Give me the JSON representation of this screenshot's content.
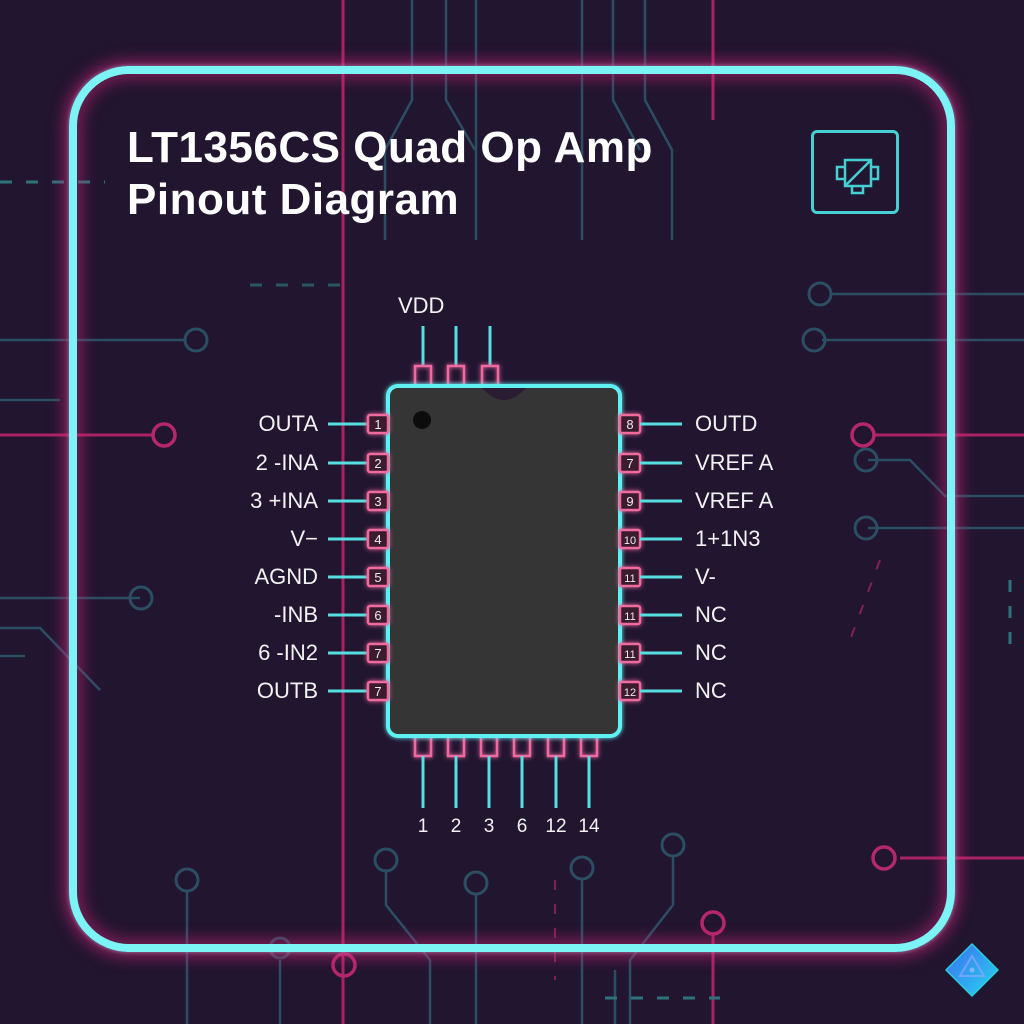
{
  "title": {
    "line1": "LT1356CS Quad Op Amp",
    "line2": "Pinout Diagram"
  },
  "icons": {
    "header_icon": "component-icon",
    "corner_badge": "app-logo-icon"
  },
  "colors": {
    "background": "#221530",
    "frame": "#7cf3f5",
    "glow": "#d12678",
    "chip_body": "#343434",
    "pin_pad": "#f06aa0",
    "lead": "#55dfe2",
    "text": "#f2f2f2"
  },
  "chip": {
    "top": {
      "label": "VDD",
      "pin_count": 3
    },
    "left_pins": [
      {
        "label": "OUTA",
        "number": "1"
      },
      {
        "label": "2 -INA",
        "number": "2"
      },
      {
        "label": "3 +INA",
        "number": "3"
      },
      {
        "label": "V−",
        "number": "4"
      },
      {
        "label": "AGND",
        "number": "5"
      },
      {
        "label": "-INB",
        "number": "6"
      },
      {
        "label": "6 -IN2",
        "number": "7"
      },
      {
        "label": "OUTB",
        "number": "7"
      }
    ],
    "right_pins": [
      {
        "label": "OUTD",
        "number": "8"
      },
      {
        "label": "VREF A",
        "number": "7"
      },
      {
        "label": "VREF A",
        "number": "9"
      },
      {
        "label": "1+1N3",
        "number": "10"
      },
      {
        "label": "V-",
        "number": "11"
      },
      {
        "label": "NC",
        "number": "11"
      },
      {
        "label": "NC",
        "number": "11"
      },
      {
        "label": "NC",
        "number": "12"
      }
    ],
    "bottom_pins": [
      {
        "label": "1"
      },
      {
        "label": "2"
      },
      {
        "label": "3"
      },
      {
        "label": "6"
      },
      {
        "label": "12"
      },
      {
        "label": "14"
      }
    ]
  }
}
